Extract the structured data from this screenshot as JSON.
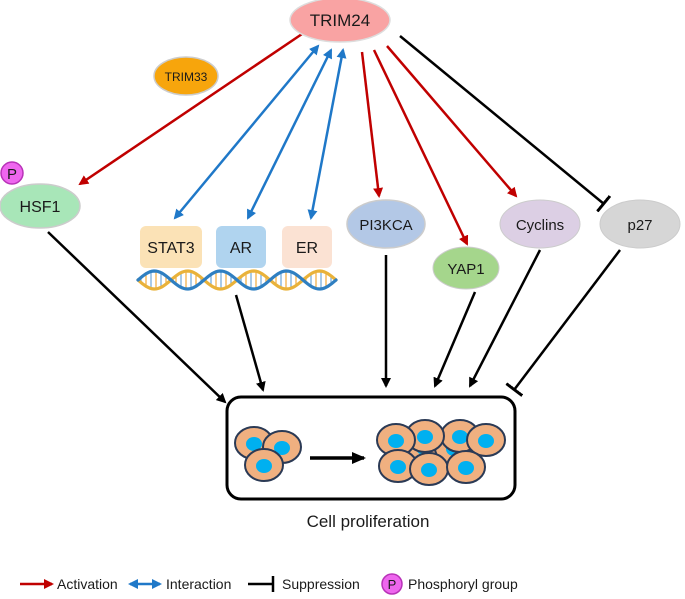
{
  "title": "TRIM24 signaling in cell proliferation",
  "nodes": {
    "trim24": {
      "label": "TRIM24",
      "fill": "#f9a3a3"
    },
    "trim33": {
      "label": "TRIM33",
      "fill": "#f7a50c"
    },
    "hsf1": {
      "label": "HSF1",
      "fill": "#a8e6b8"
    },
    "hsf1_phospho": {
      "label": "P",
      "fill": "#ee66ee"
    },
    "stat3": {
      "label": "STAT3",
      "fill": "#fbe0b0"
    },
    "ar": {
      "label": "AR",
      "fill": "#a9d0ee"
    },
    "er": {
      "label": "ER",
      "fill": "#fbdfcf"
    },
    "pi3kca": {
      "label": "PI3KCA",
      "fill": "#b3c8e6"
    },
    "yap1": {
      "label": "YAP1",
      "fill": "#a5d68c"
    },
    "cyclins": {
      "label": "Cyclins",
      "fill": "#dccfe4"
    },
    "p27": {
      "label": "p27",
      "fill": "#d6d6d6"
    }
  },
  "outcome": {
    "label": "Cell proliferation"
  },
  "edges": [
    {
      "from": "TRIM24",
      "to": "HSF1",
      "type": "activation"
    },
    {
      "from": "TRIM24",
      "to": "STAT3",
      "type": "interaction"
    },
    {
      "from": "TRIM24",
      "to": "AR",
      "type": "interaction"
    },
    {
      "from": "TRIM24",
      "to": "ER",
      "type": "interaction"
    },
    {
      "from": "TRIM24",
      "to": "PI3KCA",
      "type": "activation"
    },
    {
      "from": "TRIM24",
      "to": "YAP1",
      "type": "activation"
    },
    {
      "from": "TRIM24",
      "to": "Cyclins",
      "type": "activation"
    },
    {
      "from": "TRIM24",
      "to": "p27",
      "type": "suppression"
    },
    {
      "from": "HSF1",
      "to": "Cell proliferation",
      "type": "promotes"
    },
    {
      "from": "AR",
      "to": "Cell proliferation",
      "type": "promotes"
    },
    {
      "from": "PI3KCA",
      "to": "Cell proliferation",
      "type": "promotes"
    },
    {
      "from": "YAP1",
      "to": "Cell proliferation",
      "type": "promotes"
    },
    {
      "from": "Cyclins",
      "to": "Cell proliferation",
      "type": "promotes"
    },
    {
      "from": "p27",
      "to": "Cell proliferation",
      "type": "suppression"
    }
  ],
  "colors": {
    "activation": "#c00000",
    "interaction": "#1f78c8",
    "suppression": "#000000",
    "cell_body": "#f0b080",
    "cell_nucleus": "#00b0f0",
    "cell_outline": "#2b3a55"
  },
  "legend": [
    {
      "key": "activation",
      "label": "Activation"
    },
    {
      "key": "interaction",
      "label": "Interaction"
    },
    {
      "key": "suppression",
      "label": "Suppression"
    },
    {
      "key": "phosphoryl",
      "label": "Phosphoryl group",
      "symbol": "P"
    }
  ]
}
